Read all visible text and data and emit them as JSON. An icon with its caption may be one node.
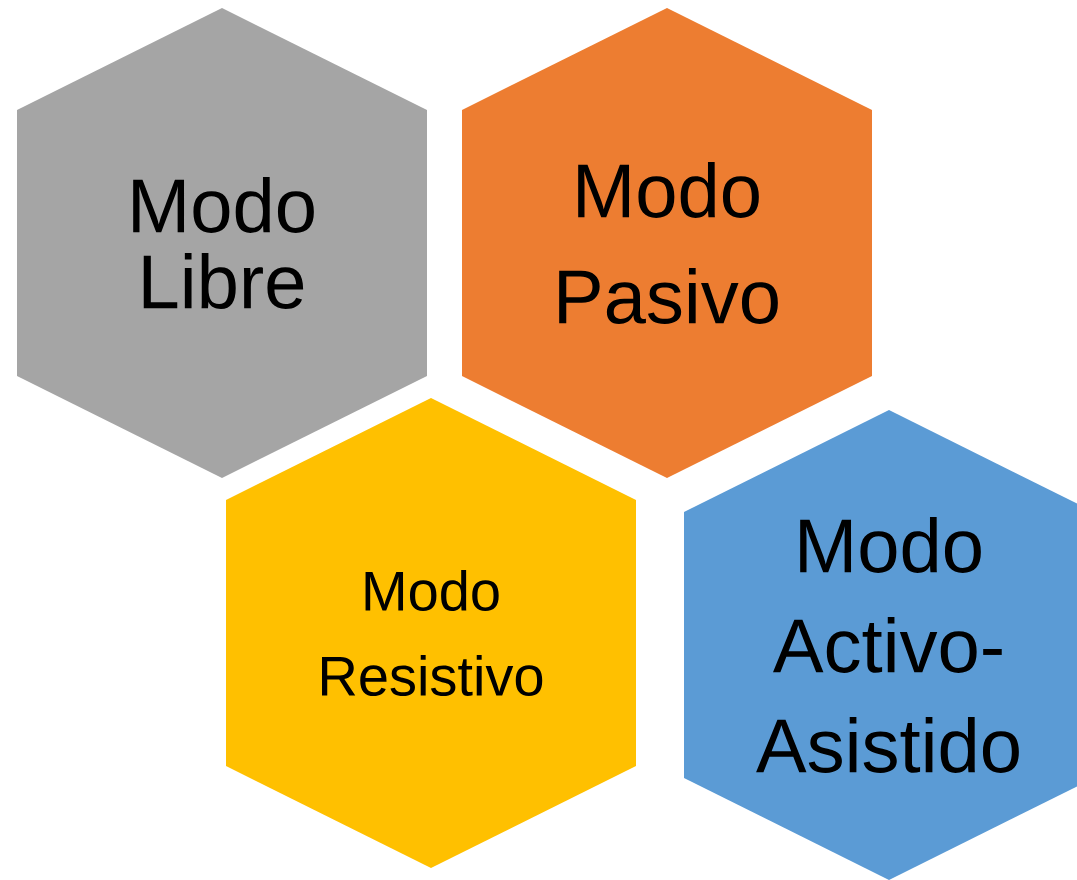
{
  "diagram": {
    "nodes": [
      {
        "text": [
          "Modo Libre"
        ]
      },
      {
        "text": [
          "Modo Pasivo"
        ]
      },
      {
        "text": [
          "Modo Resistivo"
        ]
      },
      {
        "text": [
          "Modo Activo- Asistido"
        ]
      }
    ]
  }
}
